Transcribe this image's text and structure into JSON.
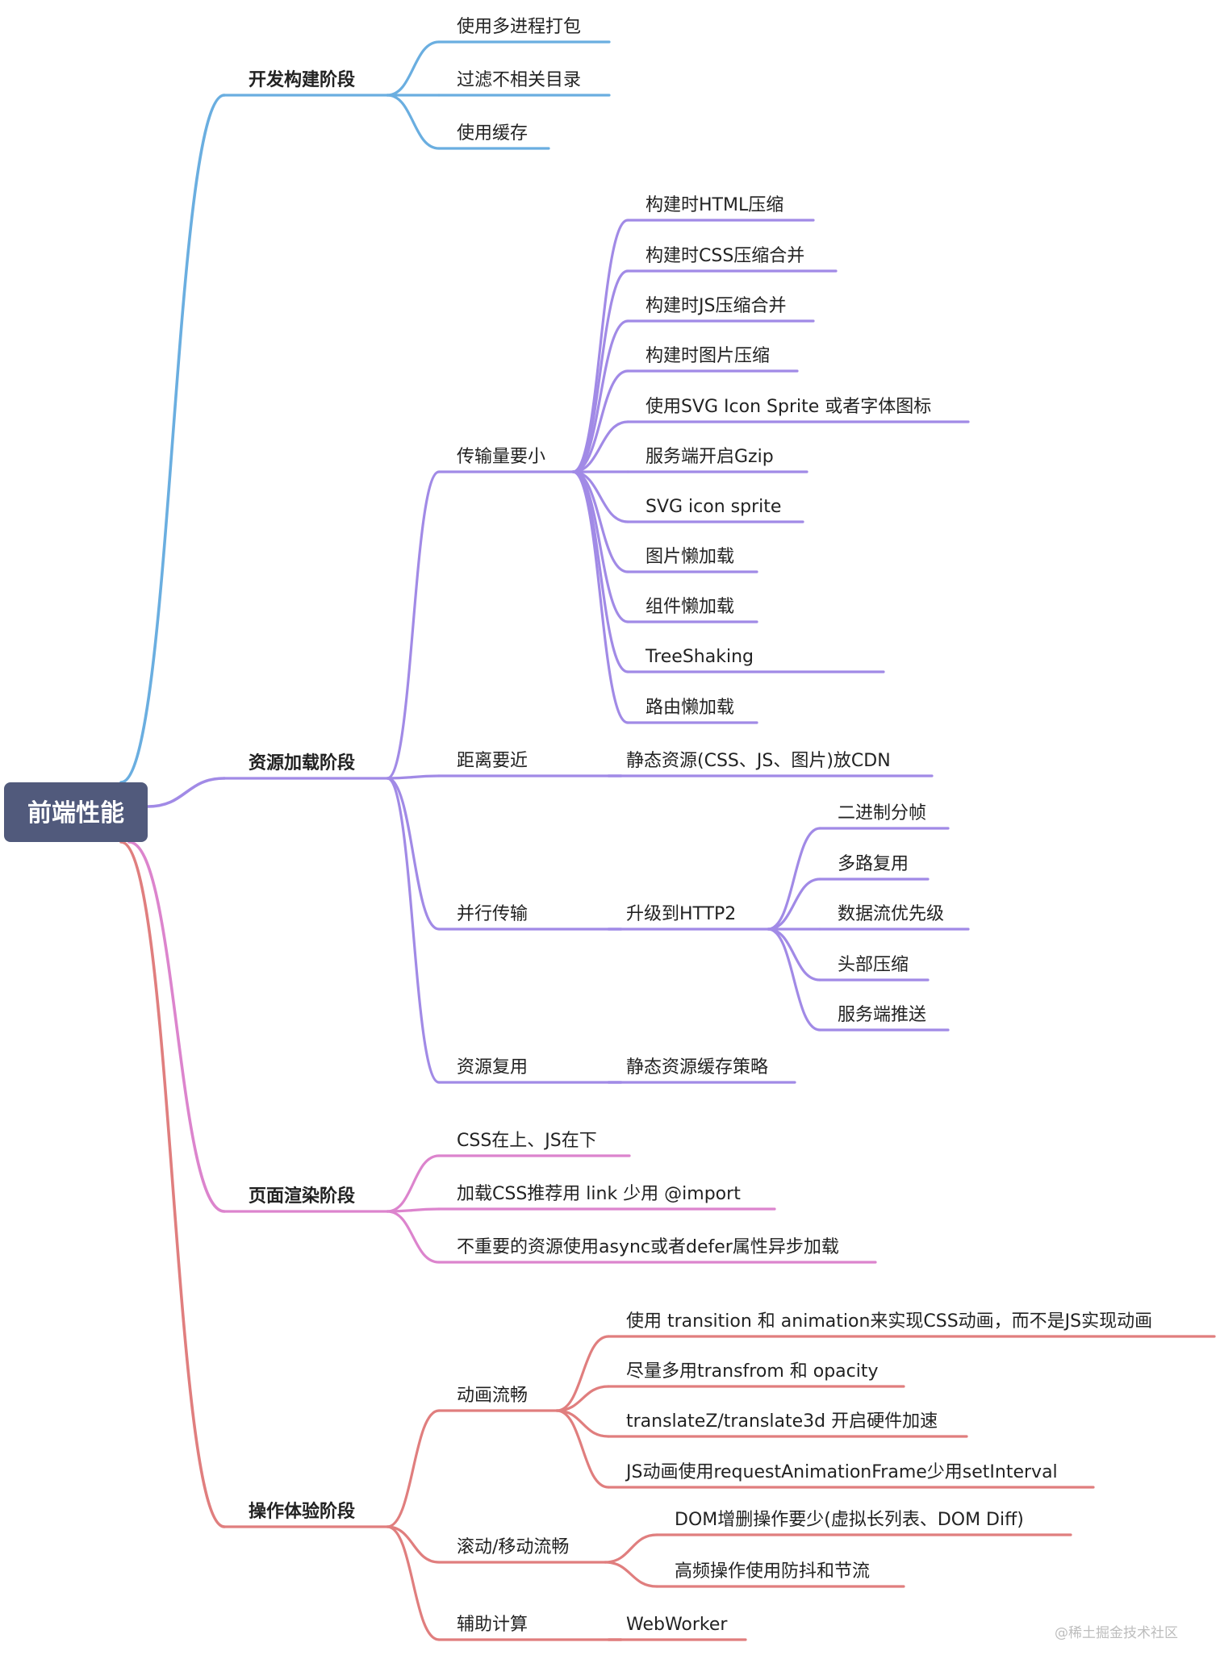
{
  "root": {
    "label": "前端性能"
  },
  "colors": {
    "blue": "#6aaee0",
    "purple": "#a18ae6",
    "pink": "#dc84cd",
    "red": "#e07e7e",
    "root_bg": "#515a7c",
    "root_text": "#ffffff",
    "text": "#222222",
    "watermark": "#bdbdbd"
  },
  "branches": [
    {
      "id": "dev",
      "label": "开发构建阶段",
      "color": "blue",
      "children": [
        {
          "id": "dev-1",
          "label": "使用多进程打包"
        },
        {
          "id": "dev-2",
          "label": "过滤不相关目录"
        },
        {
          "id": "dev-3",
          "label": "使用缓存"
        }
      ]
    },
    {
      "id": "load",
      "label": "资源加载阶段",
      "color": "purple",
      "children": [
        {
          "id": "load-small",
          "label": "传输量要小",
          "children": [
            {
              "id": "s1",
              "label": "构建时HTML压缩"
            },
            {
              "id": "s2",
              "label": "构建时CSS压缩合并"
            },
            {
              "id": "s3",
              "label": "构建时JS压缩合并"
            },
            {
              "id": "s4",
              "label": "构建时图片压缩"
            },
            {
              "id": "s5",
              "label": "使用SVG Icon Sprite 或者字体图标"
            },
            {
              "id": "s6",
              "label": "服务端开启Gzip"
            },
            {
              "id": "s7",
              "label": "SVG icon sprite"
            },
            {
              "id": "s8",
              "label": "图片懒加载"
            },
            {
              "id": "s9",
              "label": "组件懒加载"
            },
            {
              "id": "s10",
              "label": "TreeShaking"
            },
            {
              "id": "s11",
              "label": "路由懒加载"
            }
          ]
        },
        {
          "id": "load-near",
          "label": "距离要近",
          "children": [
            {
              "id": "n1",
              "label": "静态资源(CSS、JS、图片)放CDN"
            }
          ]
        },
        {
          "id": "load-parallel",
          "label": "并行传输",
          "children": [
            {
              "id": "p1",
              "label": "升级到HTTP2",
              "children": [
                {
                  "id": "h1",
                  "label": "二进制分帧"
                },
                {
                  "id": "h2",
                  "label": "多路复用"
                },
                {
                  "id": "h3",
                  "label": "数据流优先级"
                },
                {
                  "id": "h4",
                  "label": "头部压缩"
                },
                {
                  "id": "h5",
                  "label": "服务端推送"
                }
              ]
            }
          ]
        },
        {
          "id": "load-reuse",
          "label": "资源复用",
          "children": [
            {
              "id": "r1",
              "label": "静态资源缓存策略"
            }
          ]
        }
      ]
    },
    {
      "id": "render",
      "label": "页面渲染阶段",
      "color": "pink",
      "children": [
        {
          "id": "rd1",
          "label": "CSS在上、JS在下"
        },
        {
          "id": "rd2",
          "label": "加载CSS推荐用 link 少用 @import"
        },
        {
          "id": "rd3",
          "label": "不重要的资源使用async或者defer属性异步加载"
        }
      ]
    },
    {
      "id": "op",
      "label": "操作体验阶段",
      "color": "red",
      "children": [
        {
          "id": "op-anim",
          "label": "动画流畅",
          "children": [
            {
              "id": "a1",
              "label": "使用 transition 和 animation来实现CSS动画，而不是JS实现动画"
            },
            {
              "id": "a2",
              "label": "尽量多用transfrom 和 opacity"
            },
            {
              "id": "a3",
              "label": "translateZ/translate3d 开启硬件加速"
            },
            {
              "id": "a4",
              "label": "JS动画使用requestAnimationFrame少用setInterval"
            }
          ]
        },
        {
          "id": "op-scroll",
          "label": "滚动/移动流畅",
          "children": [
            {
              "id": "m1",
              "label": "DOM增删操作要少(虚拟长列表、DOM Diff)"
            },
            {
              "id": "m2",
              "label": "高频操作使用防抖和节流"
            }
          ]
        },
        {
          "id": "op-calc",
          "label": "辅助计算",
          "children": [
            {
              "id": "c1",
              "label": "WebWorker"
            }
          ]
        }
      ]
    }
  ],
  "watermark": "@稀土掘金技术社区"
}
